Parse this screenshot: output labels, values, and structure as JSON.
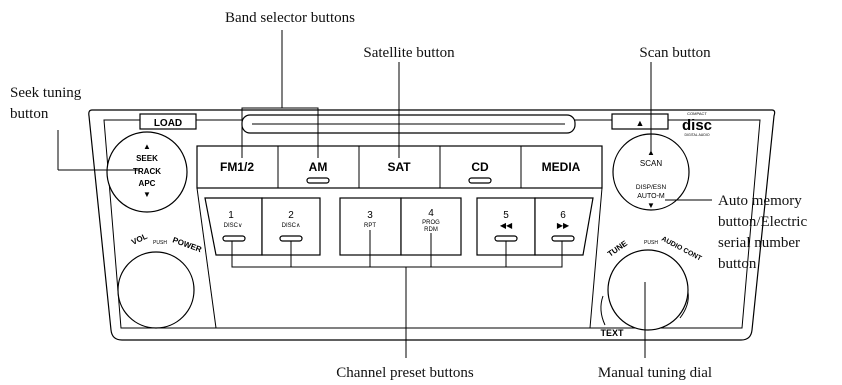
{
  "callouts": {
    "band_selector": "Band selector buttons",
    "satellite": "Satellite button",
    "scan": "Scan button",
    "seek_line1": "Seek tuning",
    "seek_line2": "button",
    "auto_memory_line1": "Auto memory",
    "auto_memory_line2": "button/Electric",
    "auto_memory_line3": "serial number",
    "auto_memory_line4": "button",
    "channel_preset": "Channel preset buttons",
    "manual_tuning": "Manual tuning dial"
  },
  "panel": {
    "load": "LOAD",
    "eject": "▲",
    "disc_logo_top": "COMPACT",
    "disc_logo_main": "disc",
    "disc_logo_bottom": "DIGITAL AUDIO"
  },
  "seek_knob": {
    "up": "▲",
    "line1": "SEEK",
    "line2": "TRACK",
    "line3": "APC",
    "down": "▼"
  },
  "band_buttons": [
    "FM1/2",
    "AM",
    "SAT",
    "CD",
    "MEDIA"
  ],
  "scan_knob": {
    "up": "▲",
    "scan": "SCAN",
    "disp": "DISP/ESN",
    "auto": "AUTO-M",
    "down": "▼"
  },
  "presets": [
    {
      "num": "1",
      "sub": "DISC∨",
      "sub2": ""
    },
    {
      "num": "2",
      "sub": "DISC∧",
      "sub2": ""
    },
    {
      "num": "3",
      "sub": "RPT",
      "sub2": ""
    },
    {
      "num": "4",
      "sub": "PROG",
      "sub2": "RDM"
    },
    {
      "num": "5",
      "sub": "◀◀",
      "sub2": ""
    },
    {
      "num": "6",
      "sub": "▶▶",
      "sub2": ""
    }
  ],
  "vol_knob": {
    "vol": "VOL",
    "push": "PUSH",
    "power": "POWER"
  },
  "tune_knob": {
    "tune": "TUNE",
    "push": "PUSH",
    "audio": "AUDIO CONT",
    "text": "TEXT"
  }
}
